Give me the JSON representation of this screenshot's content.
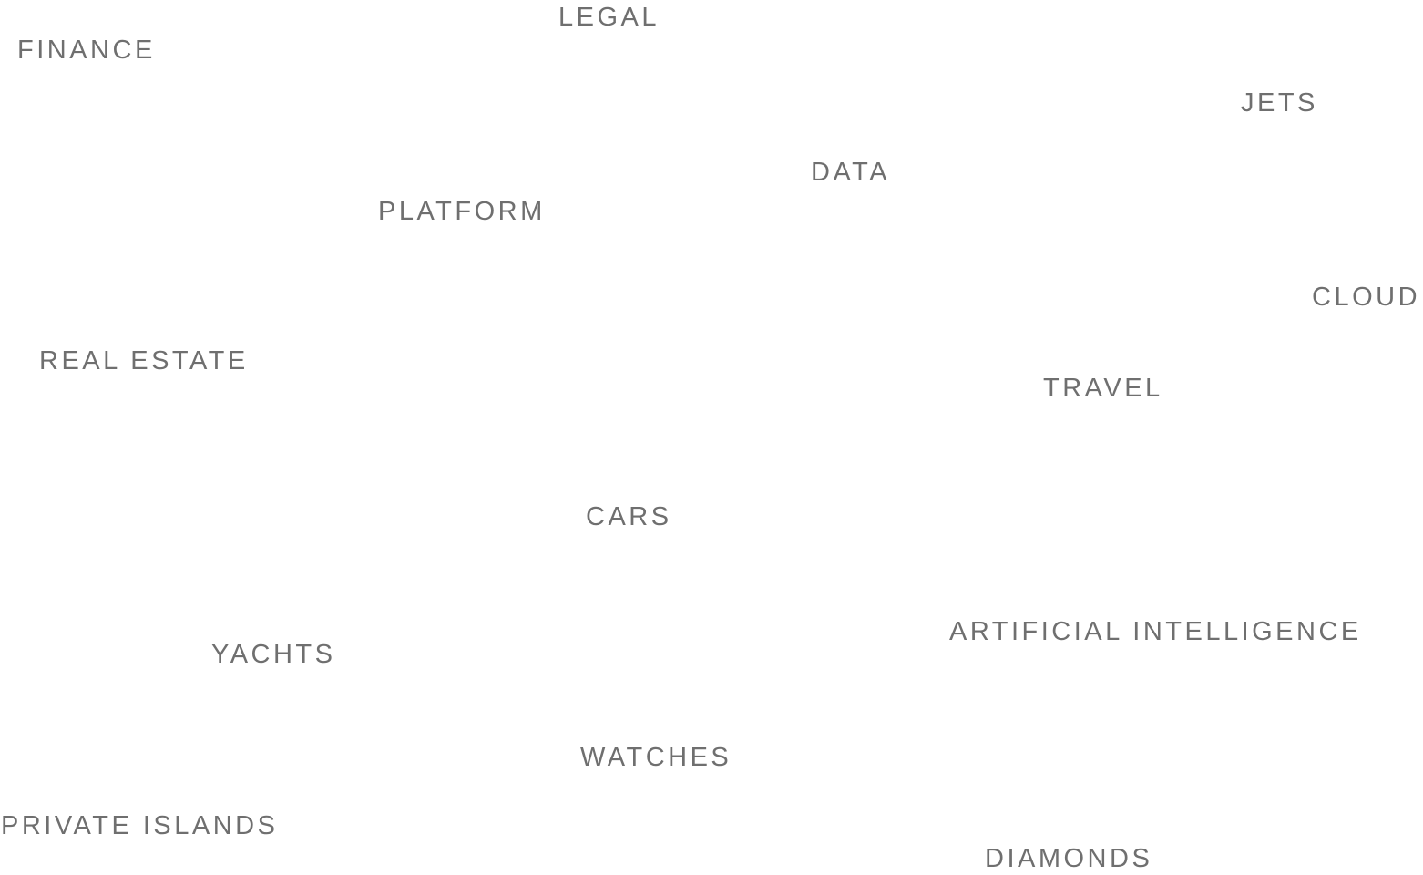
{
  "word_cloud": {
    "text_color": "#6f6f6f",
    "words": {
      "legal": "LEGAL",
      "finance": "FINANCE",
      "jets": "JETS",
      "data": "DATA",
      "platform": "PLATFORM",
      "cloud": "CLOUD",
      "real_estate": "REAL ESTATE",
      "travel": "TRAVEL",
      "cars": "CARS",
      "artificial_intelligence": "ARTIFICIAL INTELLIGENCE",
      "yachts": "YACHTS",
      "watches": "WATCHES",
      "private_islands": "PRIVATE ISLANDS",
      "diamonds": "DIAMONDS"
    }
  }
}
